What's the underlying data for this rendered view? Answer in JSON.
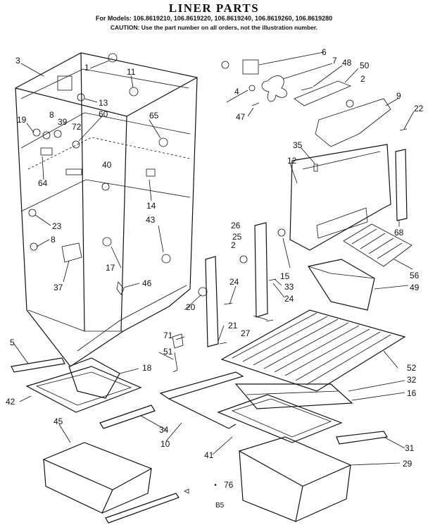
{
  "header": {
    "title": "LINER PARTS",
    "models_line": "For Models: 106.8619210, 106.8619220, 106.8619240, 106.8619260, 106.8619280",
    "caution_line": "CAUTION: Use the part number on all orders, not the illustration number."
  },
  "footer": {
    "page_code": "B5",
    "part_76_label": "76"
  },
  "callouts": [
    "3",
    "1",
    "11",
    "13",
    "19",
    "8",
    "39",
    "72",
    "60",
    "65",
    "40",
    "64",
    "14",
    "23",
    "43",
    "8",
    "17",
    "37",
    "46",
    "6",
    "7",
    "48",
    "50",
    "2",
    "9",
    "22",
    "47",
    "4",
    "35",
    "12",
    "68",
    "56",
    "26",
    "25",
    "2",
    "15",
    "33",
    "49",
    "24",
    "24",
    "20",
    "21",
    "27",
    "71",
    "51",
    "5",
    "18",
    "42",
    "52",
    "32",
    "16",
    "45",
    "34",
    "10",
    "41",
    "31",
    "29"
  ]
}
